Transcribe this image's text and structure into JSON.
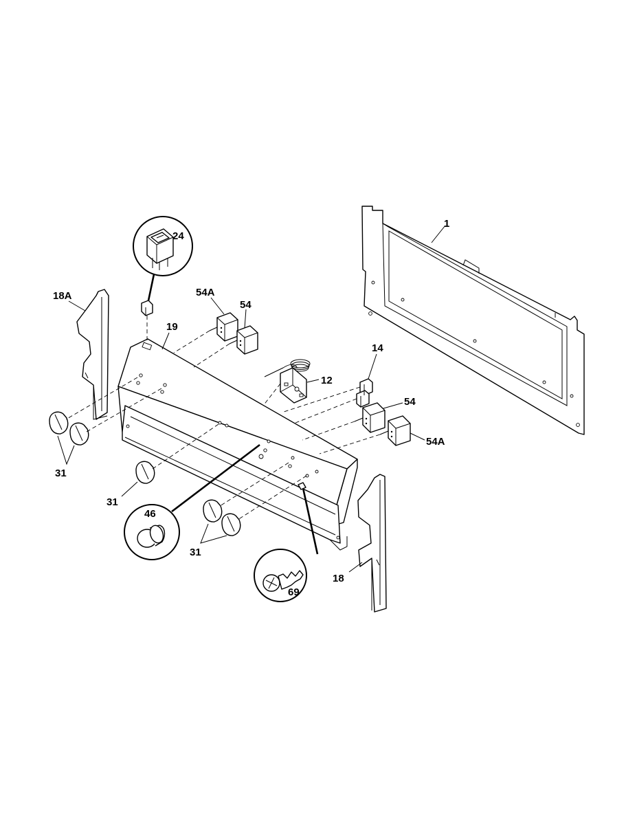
{
  "labels": {
    "p1": "1",
    "p12": "12",
    "p14": "14",
    "p18": "18",
    "p18a": "18A",
    "p19": "19",
    "p24": "24",
    "p31a": "31",
    "p31b": "31",
    "p31c": "31",
    "p46": "46",
    "p54a": "54",
    "p54b": "54",
    "p54Aa": "54A",
    "p54Ab": "54A",
    "p69": "69"
  }
}
